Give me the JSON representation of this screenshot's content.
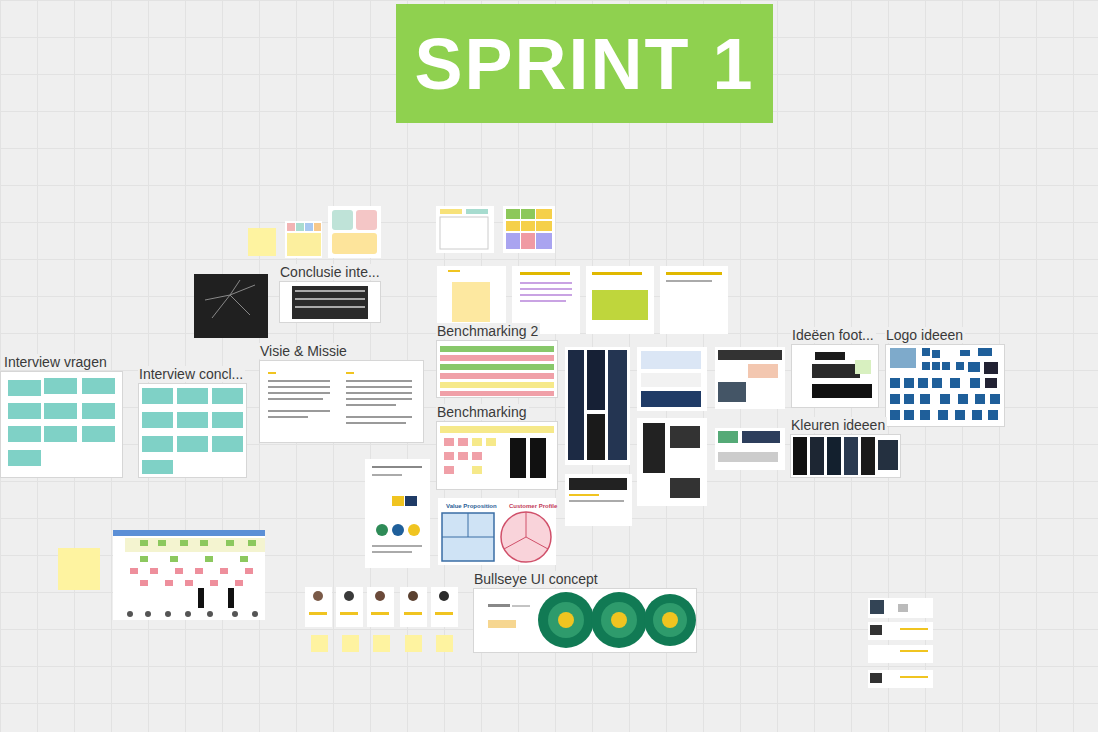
{
  "diagram": {
    "title": "SPRINT 1",
    "nodes": [
      {
        "text": [
          "Conclusie inte..."
        ]
      },
      {
        "text": [
          "Benchmarking 2"
        ]
      },
      {
        "text": [
          "Ideëen foot..."
        ]
      },
      {
        "text": [
          "Logo ideeen"
        ]
      },
      {
        "text": [
          "Interview vragen"
        ]
      },
      {
        "text": [
          "Interview concl..."
        ]
      },
      {
        "text": [
          "Visie & Missie"
        ]
      },
      {
        "text": [
          "Benchmarking"
        ]
      },
      {
        "text": [
          "Kleuren ideeen"
        ]
      },
      {
        "text": [
          "Bullseye UI concept"
        ]
      }
    ],
    "labels": [
      "Value Proposition",
      "Customer Profile"
    ]
  }
}
